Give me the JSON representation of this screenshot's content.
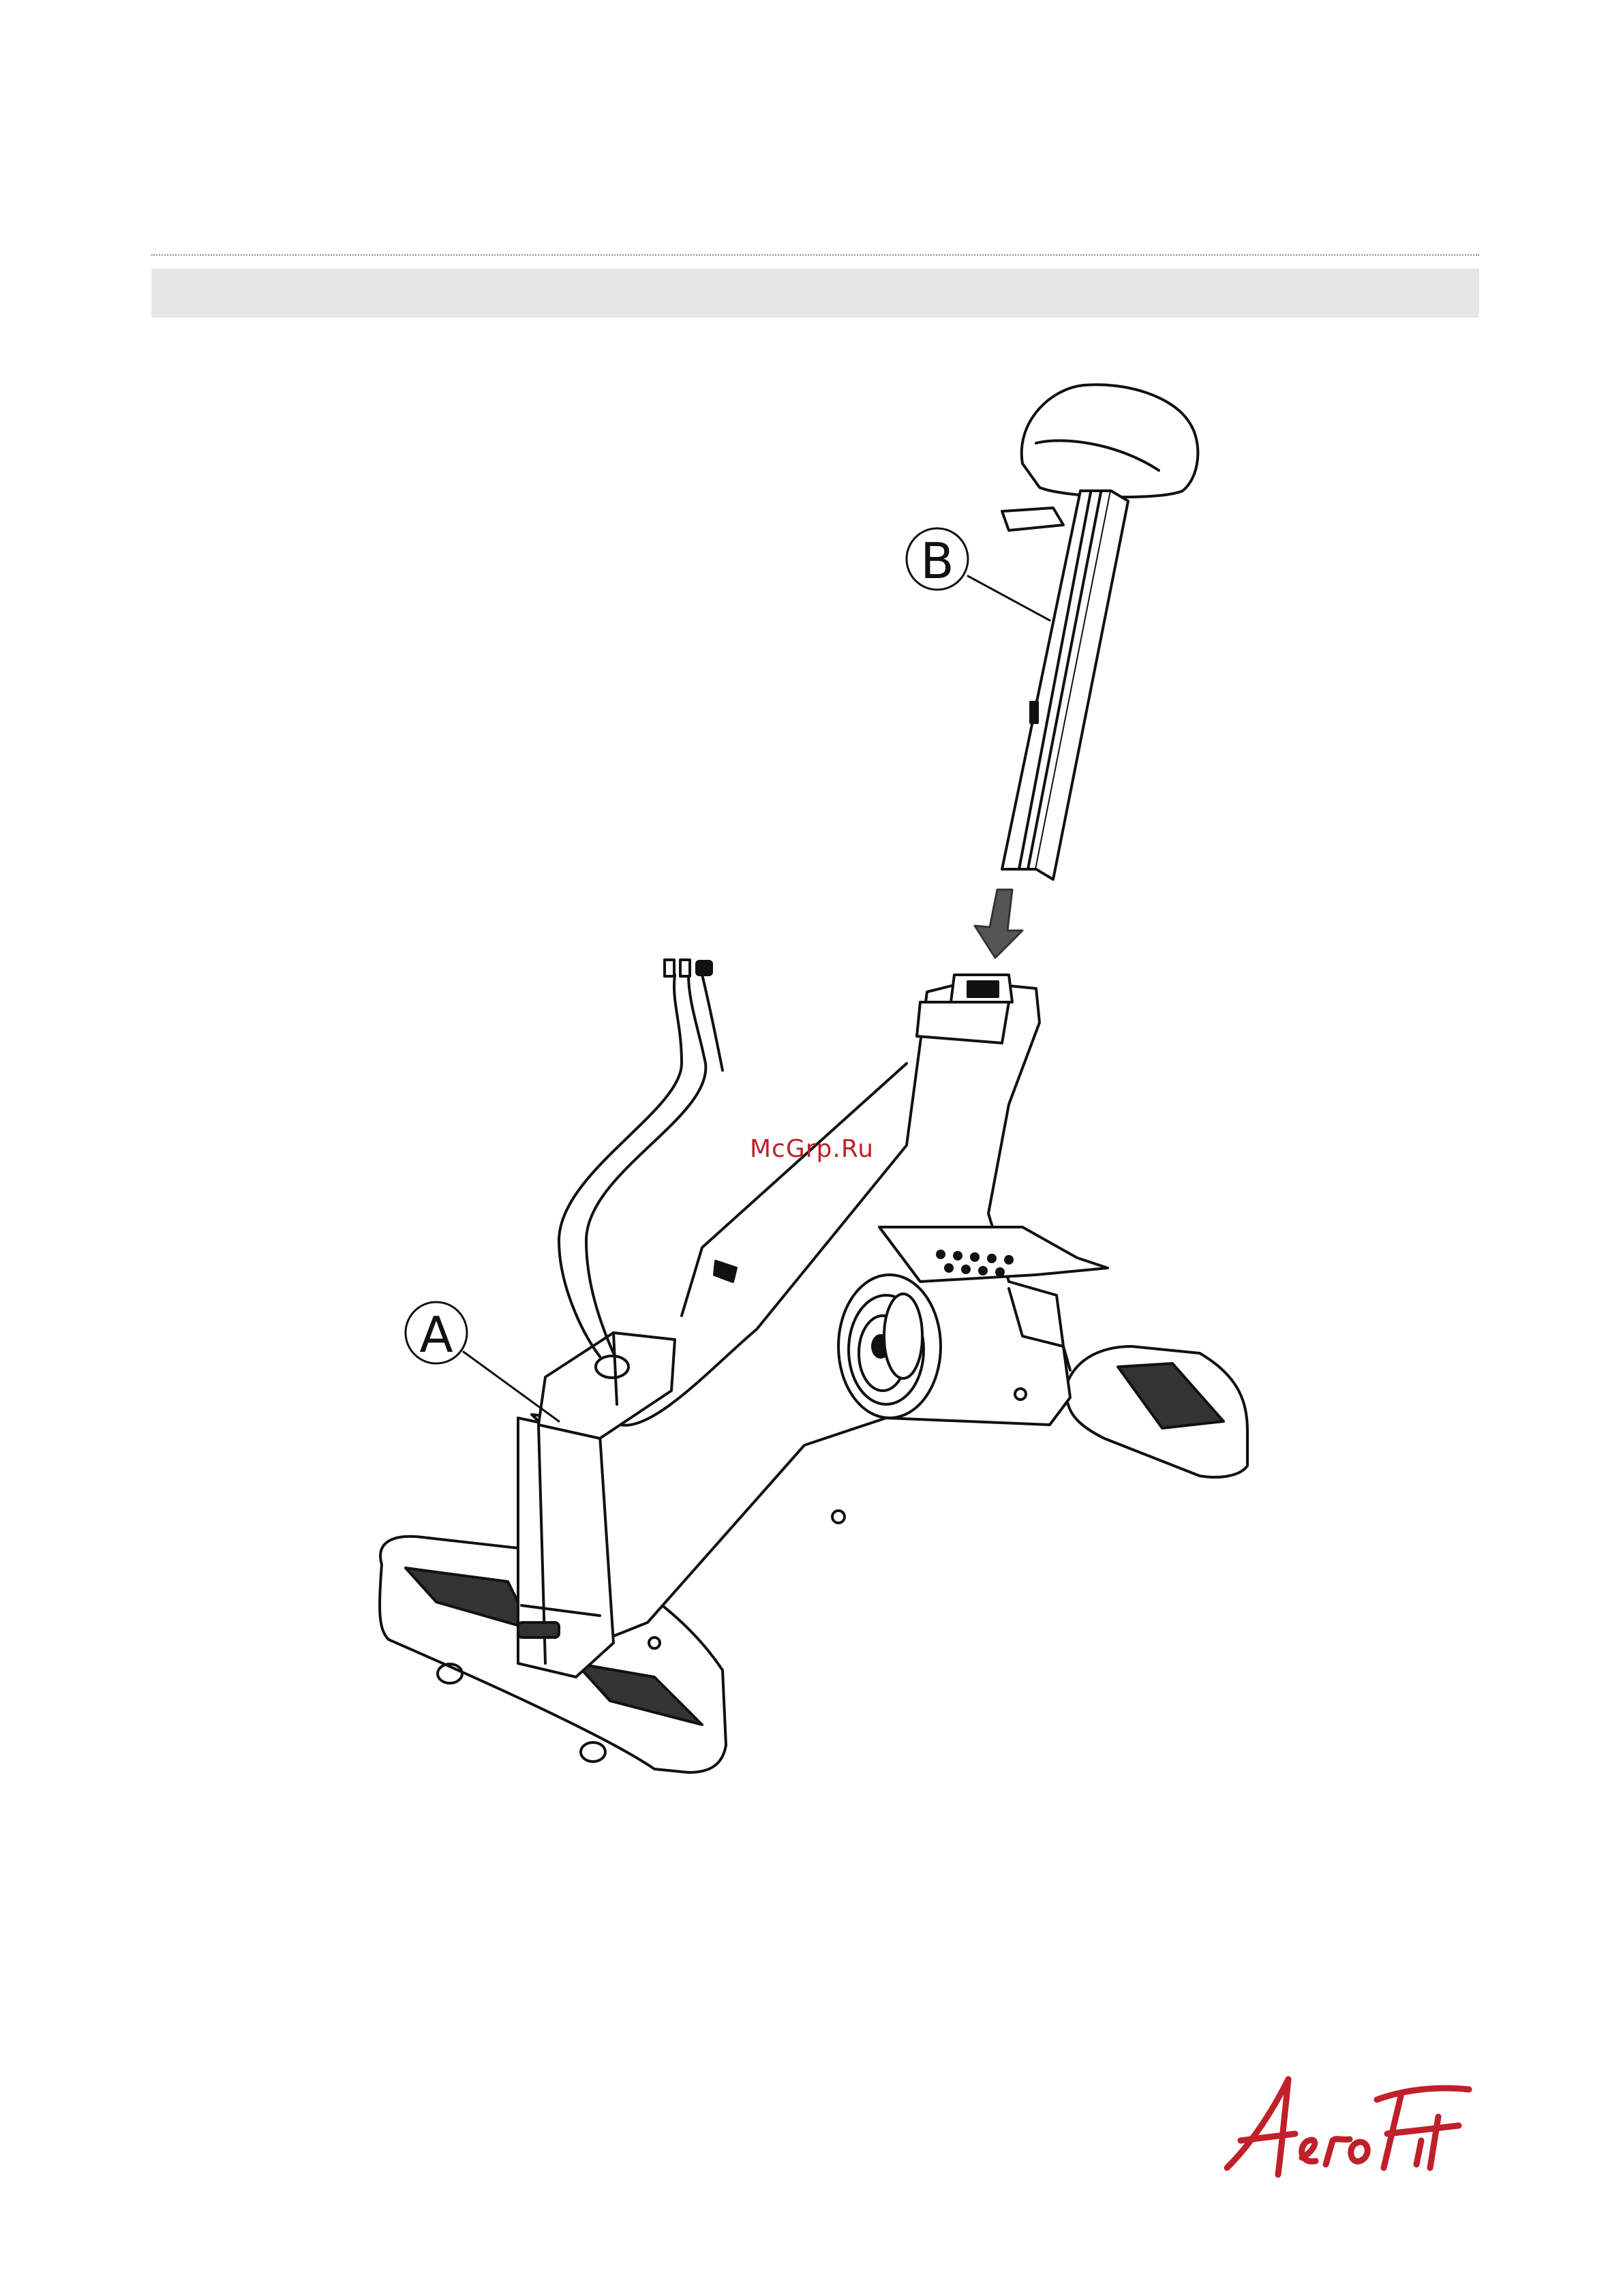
{
  "callouts": {
    "a": "A",
    "b": "B"
  },
  "watermark": {
    "text": "McGrp.Ru"
  },
  "brand": {
    "logo_text": "AeroFit",
    "color": "#c0202a"
  },
  "colors": {
    "header_band": "#e6e6e6",
    "line_art": "#111111",
    "arrow": "#555555"
  }
}
